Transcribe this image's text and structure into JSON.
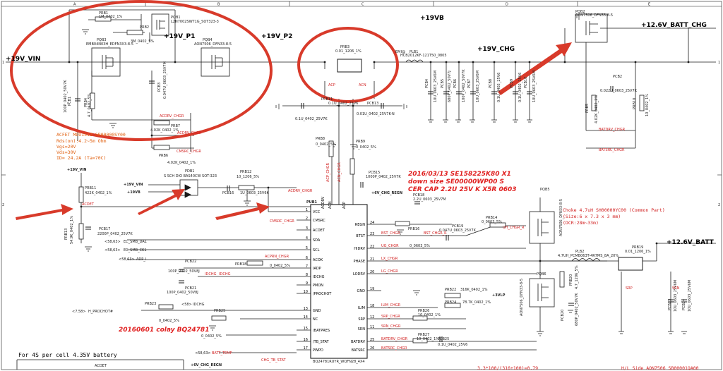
{
  "grid": {
    "columns": [
      "A",
      "B",
      "C",
      "D",
      "E"
    ],
    "row_marks": [
      "1",
      "2"
    ]
  },
  "rails": {
    "vin_left": "+19V_VIN",
    "p1": "+19V_P1",
    "p2": "+19V_P2",
    "vb_top": "+19VB",
    "chg": "+19V_CHG",
    "batt_chg": "+12.6V_BATT_CHG",
    "batt": "+12.6V_BATT",
    "vin_small": "+19V_VIN",
    "vin_pdb": "+19V_VIN",
    "vb_pdb": "+19VB",
    "chg_regn": "+6V_CHG_REGN",
    "chg_regn_bottom": "+6V_CHG_REGN",
    "vlp": "+3VLP"
  },
  "components": {
    "prb1": [
      "PRB1",
      "1M_0402_1%"
    ],
    "pqb1": [
      "PQB1",
      "L2N7002SWT1G_SOT323-3"
    ],
    "prb2": [
      "PRB2",
      "3M_0402_5%"
    ],
    "pqb3": [
      "PQB3",
      "EMB04N03H_EDFN3X3-8-5"
    ],
    "pqb4": [
      "PQB4",
      "AON7506_DFN33-8-5"
    ],
    "pcb1": [
      "PCB1",
      "100P_0402_50V7K"
    ],
    "prb4": [
      "PRB4",
      "4.7_0402_5%"
    ],
    "pcb3": [
      "PCB3",
      "0.047U_0603_25V7M"
    ],
    "prb7": [
      "PRB7",
      "4.02K_0402_1%"
    ],
    "prb6": [
      "PRB6",
      "4.02K_0402_1%"
    ],
    "prb3": [
      "PRB3",
      "0.01_1206_1%"
    ],
    "elb1": [
      "EMI@",
      "PLB1",
      "HCB2012KF-121T50_0805"
    ],
    "pcb11": [
      "PCB11",
      "0.1U_0402_25V6"
    ],
    "pcb13": [
      "PCB13",
      "0.01U_0402_25V7K-N"
    ],
    "pcb11b": [
      "0.1U_0402_25V7K"
    ],
    "prb8": [
      "PRB8",
      "0_0402_5%"
    ],
    "prb9": [
      "PRB9",
      "0_0402_5%"
    ],
    "pcb15": [
      "PCB15",
      "1000P_0402_25V7K"
    ],
    "pqb2": [
      "PQB2",
      "AON7506_DFN33-8-5"
    ],
    "pcb2": [
      "PCB2",
      "0.022U_0603_25V7K"
    ],
    "prb5": [
      "PRB5",
      "4.02K_0402_1%"
    ],
    "prb10": [
      "PRB10",
      "10_0402_1%"
    ],
    "prb11": [
      "PRB11",
      "422K_0402_1%"
    ],
    "pdb1": [
      "PDB1",
      "S SCH DIO BAS40CW SOT-323"
    ],
    "prb12": [
      "PRB12",
      "10_1206_5%"
    ],
    "pcb16": [
      "PCB16",
      "1U_0603_25V6K"
    ],
    "prb13": [
      "PRB13",
      "54.9K_0402_1%"
    ],
    "pcb17": [
      "PCB17",
      "2200P_0402_25V7K"
    ],
    "pcb22": [
      "PCB22",
      "100P_0402_50V8J"
    ],
    "pcb21": [
      "PCB21",
      "100P_0402_50V8J"
    ],
    "prb18": [
      "PRB18",
      "0_0402_5%"
    ],
    "prb23": [
      "PRB23",
      "0_0402_5%"
    ],
    "prb25": [
      "PRB25",
      "0_0402_5%"
    ],
    "pcb18": [
      "PCB18",
      "2.2U_0603_25V7M"
    ],
    "prb16": [
      "PRB16",
      "0_0603_5%"
    ],
    "pcb19": [
      "PCB19",
      "0.047U_0603_25V7K"
    ],
    "prb14": [
      "PRB14",
      "0_0603_5%"
    ],
    "pqb5": [
      "PQB5",
      "AON7506_DFN33-8-5"
    ],
    "pqb6": [
      "PQB6",
      "AON7506_DFN33-8-5"
    ],
    "plb2": [
      "PLB2",
      "4.7UH_PCMB063T-4R7MS_8A_20%"
    ],
    "prb19": [
      "PRB19",
      "0.01_1206_1%"
    ],
    "prb20": [
      "PRB20",
      "4.7_1206_5%"
    ],
    "pcb20": [
      "PCB20",
      "680P_0402_50V7K"
    ],
    "prb22": [
      "PRB22",
      "316K_0402_1%"
    ],
    "prb24": [
      "PRB24",
      "78.7K_0402_1%"
    ],
    "prb26": [
      "PRB26",
      "10_0402_1%"
    ],
    "prb27": [
      "PRB27",
      "10_0402_1%"
    ],
    "pcb25": [
      "PCB25",
      "0.1U_0402_25V6"
    ],
    "pcb23": [
      "PCB23",
      "10U_0603_25V6M"
    ],
    "pcb24": [
      "PCB24",
      "10U_0603_25V6M"
    ],
    "caps_top": [
      "PCB4",
      "PCB5",
      "PCB6",
      "PCB7",
      "PCB8",
      "PCB9",
      "PCB10"
    ],
    "caps_top_vals": [
      "10U_0603_25V6M",
      "680P_0402_50V7J",
      "100P_0402_50V7K",
      "10U_0603_25V6M",
      "0.1U_0402_25V6",
      "0.1U_0402_25V6",
      "10U_0603_25V6M"
    ]
  },
  "ic": {
    "ref": "PUB1",
    "part": "BQ24781RUYR_WQFN28_4X4",
    "left_pins": [
      {
        "num": "1",
        "name": "VCC"
      },
      {
        "num": "2",
        "name": "CMSRC"
      },
      {
        "num": "3",
        "name": "ACDET"
      },
      {
        "num": "4",
        "name": "SDA"
      },
      {
        "num": "5",
        "name": "SCL"
      },
      {
        "num": "6",
        "name": "ACOK"
      },
      {
        "num": "7",
        "name": "IADP"
      },
      {
        "num": "8",
        "name": "IDCHG"
      },
      {
        "num": "9",
        "name": "PMON"
      },
      {
        "num": "10",
        "name": "/PROCHOT"
      },
      {
        "num": "13",
        "name": "GND"
      },
      {
        "num": "14",
        "name": "NC"
      },
      {
        "num": "15",
        "name": "/BATPRES"
      },
      {
        "num": "16",
        "name": "/TB_STAT"
      },
      {
        "num": "17",
        "name": "PWPD"
      }
    ],
    "right_pins": [
      {
        "num": "24",
        "name": "REGN"
      },
      {
        "num": "23",
        "name": "BTST"
      },
      {
        "num": "22",
        "name": "HIDRV"
      },
      {
        "num": "21",
        "name": "PHASE"
      },
      {
        "num": "20",
        "name": "LODRV"
      },
      {
        "num": "19",
        "name": "GND"
      },
      {
        "num": "18",
        "name": "ILIM"
      },
      {
        "num": "12",
        "name": "SRP"
      },
      {
        "num": "11",
        "name": "SRN"
      },
      {
        "num": "25",
        "name": "BATDRV"
      },
      {
        "num": "26",
        "name": "BATSRC"
      }
    ],
    "top_pins": [
      "ACN",
      "ACP",
      "ACDRV"
    ]
  },
  "nets": {
    "acdrv_chgr": "ACDRV_CHGR",
    "cmsrc_chgr": "CMSRC_CHGR",
    "acp_chgr": "ACP_CHGR",
    "acn_chgr": "ACN_CHGR",
    "acdet": "ACDET",
    "acprn_chgr": "ACPRN_CHGR",
    "idchg": "IDCHG",
    "bst_chgr": "BST_CHGR",
    "ug_chgr": "UG_CHGR",
    "lx_chgr": "LX_CHGR",
    "lg_chgr": "LG_CHGR",
    "ilim_chgr": "ILIM_CHGR",
    "srp_chgr": "SRP_CHGR",
    "srn_chgr": "SRN_CHGR",
    "batdrv_chgr": "BATDRV_CHGR",
    "batsrc_chgr": "BATSRC_CHGR",
    "bst_chgr_r": "BST_CHGR_R",
    "uh_chgr_r": "UH_CHGR_R",
    "batt_temp": "BATT_TEMP",
    "chg_tb_stat": "CHG_TB_STAT",
    "srp": "SRP",
    "srn": "SRN",
    "acp": "ACP",
    "acn": "ACN",
    "ec_smb_da1": "EC_SMB_DA1",
    "ec_smb_ck1": "EC_SMB_CK1",
    "adp_i": "ADP_I",
    "h_prochot": "H_PROCHOT#",
    "idchg_ref": "IDCHG",
    "ref_da": "<58,63>",
    "ref_ck": "<58,63>",
    "ref_adp": "<58,63>",
    "ref_prochot": "<7,58>",
    "ref_idchg": "<58>",
    "ref_batt_temp": "<58,63>"
  },
  "notes": {
    "acfet_title": "ACFET MDU1512 SB00000SY00",
    "acfet_lines": [
      "Rds(on):4.2~5m Ohm",
      "Vgs=20V",
      "Vds=30V",
      "ID= 24.2A (Ta=70C)"
    ],
    "change_1": "2016/03/13  SE158225K80  X1",
    "change_2": "down size SE00000WP00  S",
    "change_3": "CER CAP 2.2U 25V K X5R 0603",
    "colay": "20160601 colay BQ24781",
    "choke_1": "Choke 4.7uH SH00000YC00 (Common Part)",
    "choke_2": "(Size:6 x 7.3 x 3 mm)",
    "choke_3": "(DCR:28m~33m)",
    "bottom_box": "For 4S per cell 4.35V battery",
    "bottom_acdet": "ACDET",
    "bottom_formula": "3.3*100/(316+100)=0.79",
    "bottom_right": "H/L Side AON7506 SB00001QA00"
  },
  "colors": {
    "annotation": "#d83a2a",
    "wire": "#1a1a1a",
    "net_red": "#d12020"
  }
}
